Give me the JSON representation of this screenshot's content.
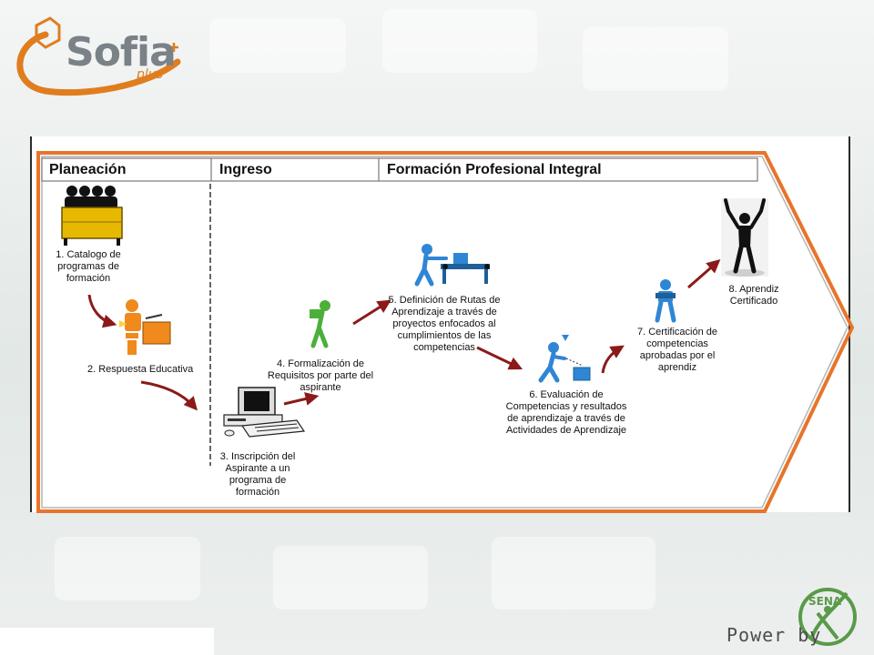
{
  "brand": {
    "logo_name": "Sofia",
    "logo_suffix": "plus",
    "footer_text": "Power by",
    "sena_badge": "SENA"
  },
  "stages": {
    "planeacion": "Planeación",
    "ingreso": "Ingreso",
    "formacion": "Formación Profesional Integral"
  },
  "steps": {
    "s1": "1. Catalogo de programas de formación",
    "s2": "2. Respuesta Educativa",
    "s3": "3. Inscripción del Aspirante a un programa de formación",
    "s4": "4. Formalización de Requisitos por parte del aspirante",
    "s5": "5. Definición de Rutas de Aprendizaje a través de proyectos enfocados al cumplimientos de las competencias",
    "s6": "6. Evaluación de Competencias y resultados de aprendizaje a través de Actividades de Aprendizaje",
    "s7": "7. Certificación de competencias aprobadas por el aprendiz",
    "s8": "8. Aprendiz Certificado"
  },
  "colors": {
    "orange": "#e8742a",
    "arrow": "#8b1a1a",
    "blue": "#2f86d4",
    "green": "#4caf3a",
    "accent": "#f0a43a"
  }
}
